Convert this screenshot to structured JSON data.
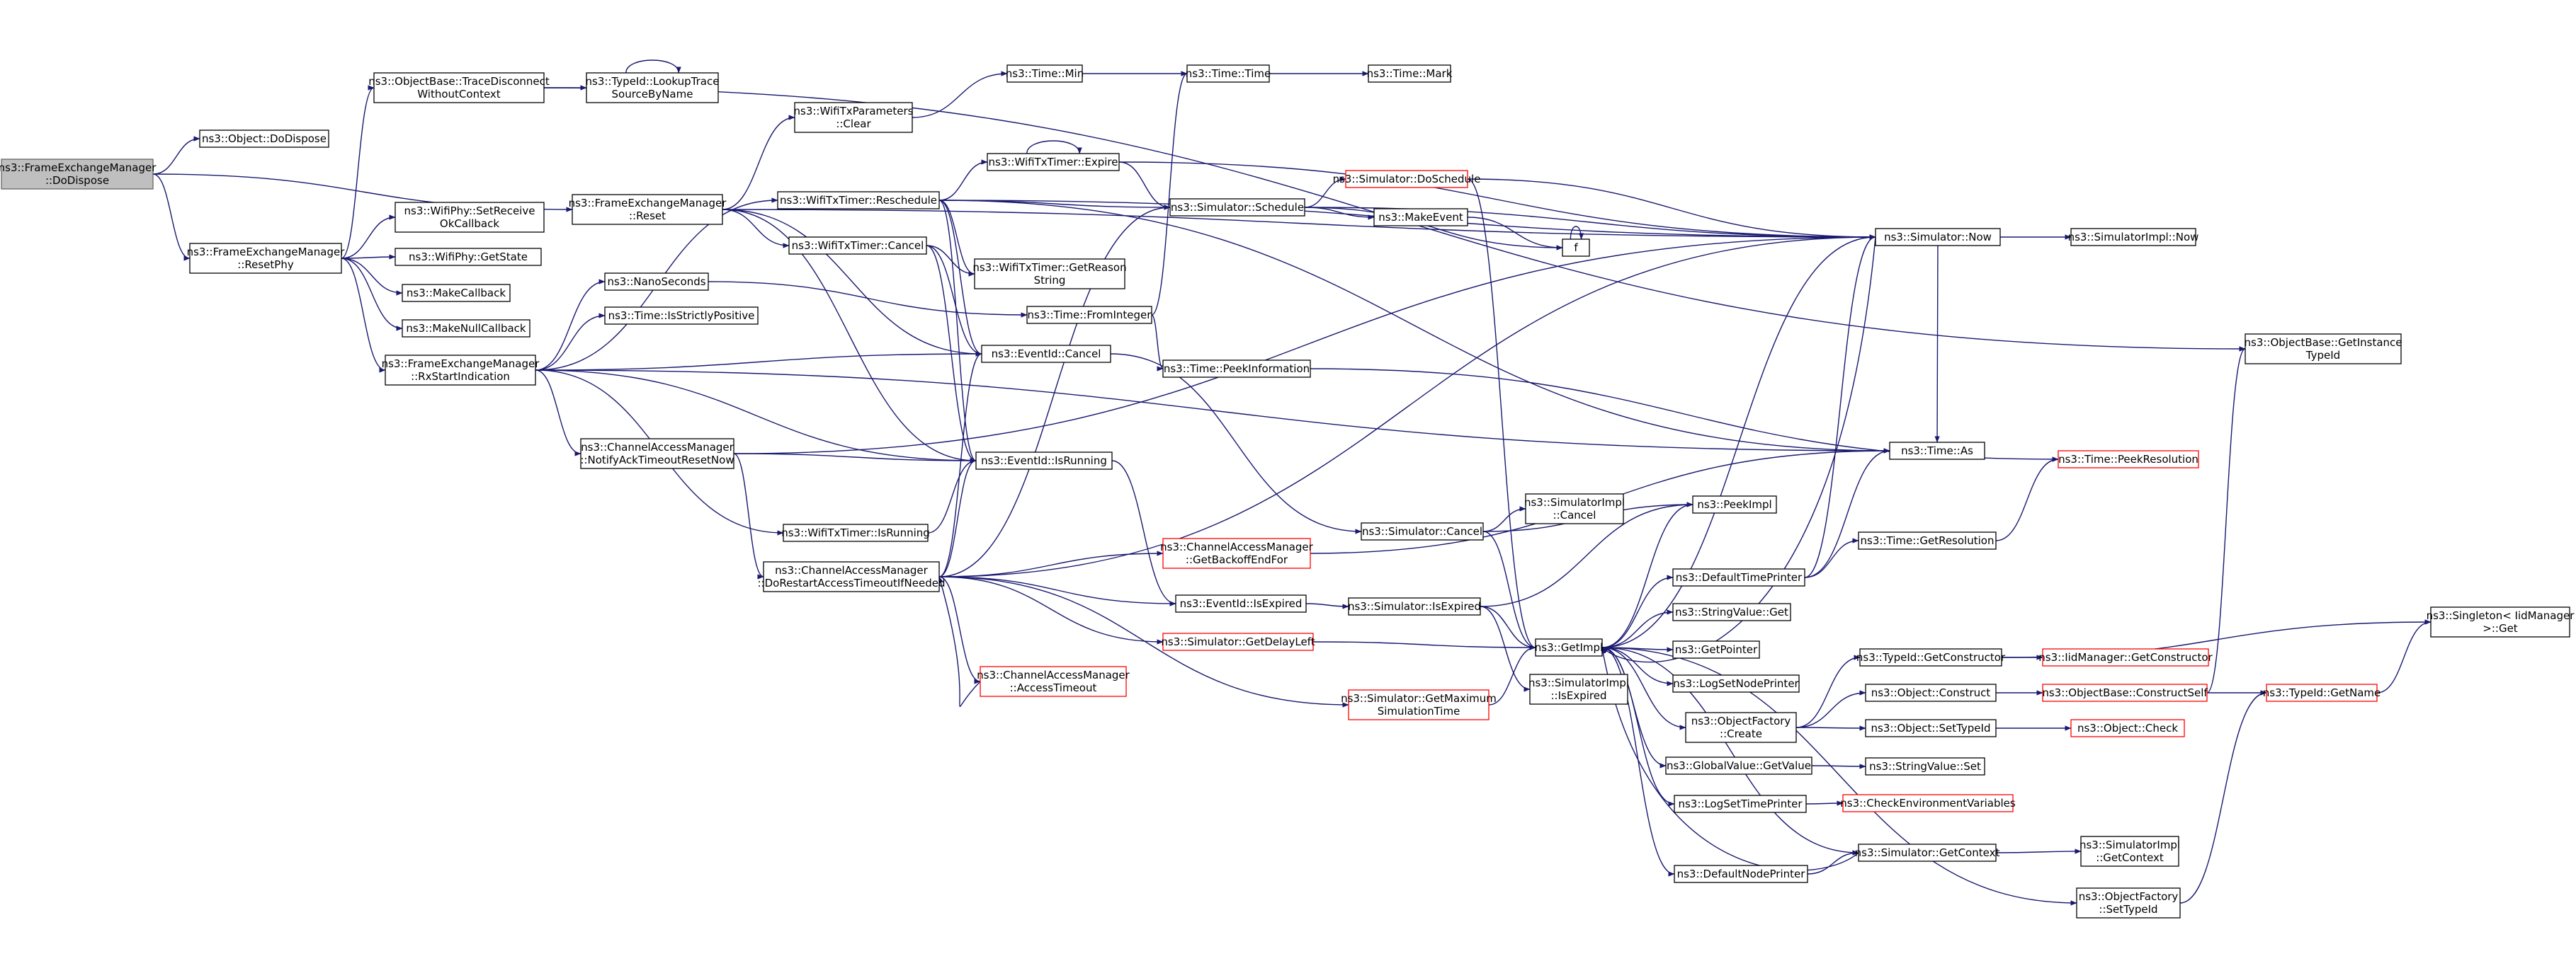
{
  "colors": {
    "edge": "#191970",
    "node_border": "#000000",
    "node_fill": "#ffffff",
    "focus_fill": "#bfbfbf",
    "focus_border": "#666666",
    "truncated_border": "#ff0000",
    "text": "#000000"
  },
  "nodes": [
    {
      "id": "n_dodispose_fem",
      "lines": [
        "ns3::FrameExchangeManager",
        "::DoDispose"
      ],
      "kind": "focus"
    },
    {
      "id": "n_object_dodispose",
      "lines": [
        "ns3::Object::DoDispose"
      ],
      "kind": "normal"
    },
    {
      "id": "n_resetphy",
      "lines": [
        "ns3::FrameExchangeManager",
        "::ResetPhy"
      ],
      "kind": "normal"
    },
    {
      "id": "n_tracedisconnect",
      "lines": [
        "ns3::ObjectBase::TraceDisconnect",
        "WithoutContext"
      ],
      "kind": "normal"
    },
    {
      "id": "n_lookuptrace",
      "lines": [
        "ns3::TypeId::LookupTrace",
        "SourceByName"
      ],
      "kind": "normal"
    },
    {
      "id": "n_setreceiveok",
      "lines": [
        "ns3::WifiPhy::SetReceive",
        "OkCallback"
      ],
      "kind": "normal"
    },
    {
      "id": "n_getstate",
      "lines": [
        "ns3::WifiPhy::GetState"
      ],
      "kind": "normal"
    },
    {
      "id": "n_makecallback",
      "lines": [
        "ns3::MakeCallback"
      ],
      "kind": "normal"
    },
    {
      "id": "n_makenullcallback",
      "lines": [
        "ns3::MakeNullCallback"
      ],
      "kind": "normal"
    },
    {
      "id": "n_rxstart",
      "lines": [
        "ns3::FrameExchangeManager",
        "::RxStartIndication"
      ],
      "kind": "normal"
    },
    {
      "id": "n_fem_reset",
      "lines": [
        "ns3::FrameExchangeManager",
        "::Reset"
      ],
      "kind": "normal"
    },
    {
      "id": "n_wtp_clear",
      "lines": [
        "ns3::WifiTxParameters",
        "::Clear"
      ],
      "kind": "normal"
    },
    {
      "id": "n_reschedule",
      "lines": [
        "ns3::WifiTxTimer::Reschedule"
      ],
      "kind": "normal"
    },
    {
      "id": "n_wtt_cancel",
      "lines": [
        "ns3::WifiTxTimer::Cancel"
      ],
      "kind": "normal"
    },
    {
      "id": "n_nanoseconds",
      "lines": [
        "ns3::NanoSeconds"
      ],
      "kind": "normal"
    },
    {
      "id": "n_isstrictlypos",
      "lines": [
        "ns3::Time::IsStrictlyPositive"
      ],
      "kind": "normal"
    },
    {
      "id": "n_notifyack",
      "lines": [
        "ns3::ChannelAccessManager",
        "::NotifyAckTimeoutResetNow"
      ],
      "kind": "normal"
    },
    {
      "id": "n_wtt_isrunning",
      "lines": [
        "ns3::WifiTxTimer::IsRunning"
      ],
      "kind": "normal"
    },
    {
      "id": "n_dorestart",
      "lines": [
        "ns3::ChannelAccessManager",
        "::DoRestartAccessTimeoutIfNeeded"
      ],
      "kind": "normal"
    },
    {
      "id": "n_time_min",
      "lines": [
        "ns3::Time::Min"
      ],
      "kind": "normal"
    },
    {
      "id": "n_time_time",
      "lines": [
        "ns3::Time::Time"
      ],
      "kind": "normal"
    },
    {
      "id": "n_time_mark",
      "lines": [
        "ns3::Time::Mark"
      ],
      "kind": "normal"
    },
    {
      "id": "n_wtt_expire",
      "lines": [
        "ns3::WifiTxTimer::Expire"
      ],
      "kind": "normal"
    },
    {
      "id": "n_sim_schedule",
      "lines": [
        "ns3::Simulator::Schedule"
      ],
      "kind": "normal"
    },
    {
      "id": "n_getreason",
      "lines": [
        "ns3::WifiTxTimer::GetReason",
        "String"
      ],
      "kind": "normal"
    },
    {
      "id": "n_fromint",
      "lines": [
        "ns3::Time::FromInteger"
      ],
      "kind": "normal"
    },
    {
      "id": "n_eventid_cancel",
      "lines": [
        "ns3::EventId::Cancel"
      ],
      "kind": "normal"
    },
    {
      "id": "n_peekinfo",
      "lines": [
        "ns3::Time::PeekInformation"
      ],
      "kind": "normal"
    },
    {
      "id": "n_eventid_isrunning",
      "lines": [
        "ns3::EventId::IsRunning"
      ],
      "kind": "normal"
    },
    {
      "id": "n_getbackoff",
      "lines": [
        "ns3::ChannelAccessManager",
        "::GetBackoffEndFor"
      ],
      "kind": "truncated"
    },
    {
      "id": "n_eventid_isexpired",
      "lines": [
        "ns3::EventId::IsExpired"
      ],
      "kind": "normal"
    },
    {
      "id": "n_getdelayleft",
      "lines": [
        "ns3::Simulator::GetDelayLeft"
      ],
      "kind": "truncated"
    },
    {
      "id": "n_accesstimeout",
      "lines": [
        "ns3::ChannelAccessManager",
        "::AccessTimeout"
      ],
      "kind": "truncated"
    },
    {
      "id": "n_doschedule",
      "lines": [
        "ns3::Simulator::DoSchedule"
      ],
      "kind": "truncated"
    },
    {
      "id": "n_makeevent",
      "lines": [
        "ns3::MakeEvent"
      ],
      "kind": "normal"
    },
    {
      "id": "n_f",
      "lines": [
        "f"
      ],
      "kind": "normal"
    },
    {
      "id": "n_sim_cancel",
      "lines": [
        "ns3::Simulator::Cancel"
      ],
      "kind": "normal"
    },
    {
      "id": "n_simimpl_cancel",
      "lines": [
        "ns3::SimulatorImpl",
        "::Cancel"
      ],
      "kind": "normal"
    },
    {
      "id": "n_sim_isexpired",
      "lines": [
        "ns3::Simulator::IsExpired"
      ],
      "kind": "normal"
    },
    {
      "id": "n_getmaxsim",
      "lines": [
        "ns3::Simulator::GetMaximum",
        "SimulationTime"
      ],
      "kind": "truncated"
    },
    {
      "id": "n_getimpl",
      "lines": [
        "ns3::GetImpl"
      ],
      "kind": "normal"
    },
    {
      "id": "n_simimpl_isexpired",
      "lines": [
        "ns3::SimulatorImpl",
        "::IsExpired"
      ],
      "kind": "normal"
    },
    {
      "id": "n_peekimpl",
      "lines": [
        "ns3::PeekImpl"
      ],
      "kind": "normal"
    },
    {
      "id": "n_deftimeprinter",
      "lines": [
        "ns3::DefaultTimePrinter"
      ],
      "kind": "normal"
    },
    {
      "id": "n_strval_get",
      "lines": [
        "ns3::StringValue::Get"
      ],
      "kind": "normal"
    },
    {
      "id": "n_getpointer",
      "lines": [
        "ns3::GetPointer"
      ],
      "kind": "normal"
    },
    {
      "id": "n_logsetnode",
      "lines": [
        "ns3::LogSetNodePrinter"
      ],
      "kind": "normal"
    },
    {
      "id": "n_objfactory_create",
      "lines": [
        "ns3::ObjectFactory",
        "::Create"
      ],
      "kind": "normal"
    },
    {
      "id": "n_globalval_get",
      "lines": [
        "ns3::GlobalValue::GetValue"
      ],
      "kind": "normal"
    },
    {
      "id": "n_logsettime",
      "lines": [
        "ns3::LogSetTimePrinter"
      ],
      "kind": "normal"
    },
    {
      "id": "n_defnodeprinter",
      "lines": [
        "ns3::DefaultNodePrinter"
      ],
      "kind": "normal"
    },
    {
      "id": "n_sim_now",
      "lines": [
        "ns3::Simulator::Now"
      ],
      "kind": "normal"
    },
    {
      "id": "n_simimpl_now",
      "lines": [
        "ns3::SimulatorImpl::Now"
      ],
      "kind": "normal"
    },
    {
      "id": "n_time_as",
      "lines": [
        "ns3::Time::As"
      ],
      "kind": "normal"
    },
    {
      "id": "n_getresolution",
      "lines": [
        "ns3::Time::GetResolution"
      ],
      "kind": "normal"
    },
    {
      "id": "n_peekresolution",
      "lines": [
        "ns3::Time::PeekResolution"
      ],
      "kind": "truncated"
    },
    {
      "id": "n_typeid_getctor",
      "lines": [
        "ns3::TypeId::GetConstructor"
      ],
      "kind": "normal"
    },
    {
      "id": "n_iidmgr_getctor",
      "lines": [
        "ns3::IidManager::GetConstructor"
      ],
      "kind": "truncated"
    },
    {
      "id": "n_obj_construct",
      "lines": [
        "ns3::Object::Construct"
      ],
      "kind": "normal"
    },
    {
      "id": "n_objbase_constructself",
      "lines": [
        "ns3::ObjectBase::ConstructSelf"
      ],
      "kind": "truncated"
    },
    {
      "id": "n_obj_settypeid",
      "lines": [
        "ns3::Object::SetTypeId"
      ],
      "kind": "normal"
    },
    {
      "id": "n_obj_check",
      "lines": [
        "ns3::Object::Check"
      ],
      "kind": "truncated"
    },
    {
      "id": "n_strval_set",
      "lines": [
        "ns3::StringValue::Set"
      ],
      "kind": "normal"
    },
    {
      "id": "n_checkenv",
      "lines": [
        "ns3::CheckEnvironmentVariables"
      ],
      "kind": "truncated"
    },
    {
      "id": "n_sim_getcontext",
      "lines": [
        "ns3::Simulator::GetContext"
      ],
      "kind": "normal"
    },
    {
      "id": "n_simimpl_getcontext",
      "lines": [
        "ns3::SimulatorImpl",
        "::GetContext"
      ],
      "kind": "normal"
    },
    {
      "id": "n_objfactory_settypeid",
      "lines": [
        "ns3::ObjectFactory",
        "::SetTypeId"
      ],
      "kind": "normal"
    },
    {
      "id": "n_typeid_getname",
      "lines": [
        "ns3::TypeId::GetName"
      ],
      "kind": "truncated"
    },
    {
      "id": "n_objbase_getinstance",
      "lines": [
        "ns3::ObjectBase::GetInstance",
        "TypeId"
      ],
      "kind": "normal"
    },
    {
      "id": "n_singleton_get",
      "lines": [
        "ns3::Singleton< IidManager",
        ">::Get"
      ],
      "kind": "normal"
    }
  ],
  "edges": [
    [
      "n_dodispose_fem",
      "n_object_dodispose"
    ],
    [
      "n_dodispose_fem",
      "n_resetphy"
    ],
    [
      "n_dodispose_fem",
      "n_fem_reset"
    ],
    [
      "n_resetphy",
      "n_tracedisconnect"
    ],
    [
      "n_resetphy",
      "n_setreceiveok"
    ],
    [
      "n_resetphy",
      "n_getstate"
    ],
    [
      "n_resetphy",
      "n_makecallback"
    ],
    [
      "n_resetphy",
      "n_makenullcallback"
    ],
    [
      "n_resetphy",
      "n_rxstart"
    ],
    [
      "n_tracedisconnect",
      "n_lookuptrace"
    ],
    [
      "n_tracedisconnect",
      "n_objbase_getinstance"
    ],
    [
      "n_lookuptrace",
      "n_lookuptrace"
    ],
    [
      "n_rxstart",
      "n_nanoseconds"
    ],
    [
      "n_rxstart",
      "n_isstrictlypos"
    ],
    [
      "n_rxstart",
      "n_reschedule"
    ],
    [
      "n_rxstart",
      "n_eventid_cancel"
    ],
    [
      "n_rxstart",
      "n_notifyack"
    ],
    [
      "n_rxstart",
      "n_wtt_isrunning"
    ],
    [
      "n_rxstart",
      "n_eventid_isrunning"
    ],
    [
      "n_rxstart",
      "n_time_as"
    ],
    [
      "n_fem_reset",
      "n_wtp_clear"
    ],
    [
      "n_fem_reset",
      "n_wtt_cancel"
    ],
    [
      "n_fem_reset",
      "n_eventid_cancel"
    ],
    [
      "n_fem_reset",
      "n_eventid_isrunning"
    ],
    [
      "n_fem_reset",
      "n_sim_now"
    ],
    [
      "n_wtp_clear",
      "n_time_min"
    ],
    [
      "n_time_min",
      "n_time_time"
    ],
    [
      "n_time_time",
      "n_time_mark"
    ],
    [
      "n_reschedule",
      "n_wtt_expire"
    ],
    [
      "n_reschedule",
      "n_sim_schedule"
    ],
    [
      "n_reschedule",
      "n_getreason"
    ],
    [
      "n_reschedule",
      "n_eventid_cancel"
    ],
    [
      "n_reschedule",
      "n_eventid_isrunning"
    ],
    [
      "n_reschedule",
      "n_sim_now"
    ],
    [
      "n_reschedule",
      "n_time_as"
    ],
    [
      "n_wtt_expire",
      "n_wtt_expire"
    ],
    [
      "n_wtt_expire",
      "n_sim_schedule"
    ],
    [
      "n_wtt_expire",
      "n_sim_now"
    ],
    [
      "n_wtt_cancel",
      "n_getreason"
    ],
    [
      "n_wtt_cancel",
      "n_eventid_cancel"
    ],
    [
      "n_wtt_cancel",
      "n_eventid_isrunning"
    ],
    [
      "n_nanoseconds",
      "n_fromint"
    ],
    [
      "n_fromint",
      "n_time_time"
    ],
    [
      "n_fromint",
      "n_peekinfo"
    ],
    [
      "n_peekinfo",
      "n_peekresolution"
    ],
    [
      "n_notifyack",
      "n_sim_now"
    ],
    [
      "n_notifyack",
      "n_eventid_isrunning"
    ],
    [
      "n_notifyack",
      "n_dorestart"
    ],
    [
      "n_wtt_isrunning",
      "n_eventid_isrunning"
    ],
    [
      "n_dorestart",
      "n_sim_schedule"
    ],
    [
      "n_dorestart",
      "n_eventid_cancel"
    ],
    [
      "n_dorestart",
      "n_eventid_isrunning"
    ],
    [
      "n_dorestart",
      "n_getbackoff"
    ],
    [
      "n_dorestart",
      "n_eventid_isexpired"
    ],
    [
      "n_dorestart",
      "n_getdelayleft"
    ],
    [
      "n_dorestart",
      "n_accesstimeout"
    ],
    [
      "n_dorestart",
      "n_getmaxsim"
    ],
    [
      "n_dorestart",
      "n_sim_now"
    ],
    [
      "n_accesstimeout",
      "n_dorestart"
    ],
    [
      "n_getbackoff",
      "n_time_as"
    ],
    [
      "n_eventid_cancel",
      "n_sim_cancel"
    ],
    [
      "n_eventid_isrunning",
      "n_eventid_isexpired"
    ],
    [
      "n_eventid_isexpired",
      "n_sim_isexpired"
    ],
    [
      "n_getdelayleft",
      "n_getimpl"
    ],
    [
      "n_getmaxsim",
      "n_getimpl"
    ],
    [
      "n_sim_schedule",
      "n_doschedule"
    ],
    [
      "n_sim_schedule",
      "n_makeevent"
    ],
    [
      "n_sim_schedule",
      "n_f"
    ],
    [
      "n_sim_schedule",
      "n_sim_now"
    ],
    [
      "n_doschedule",
      "n_getimpl"
    ],
    [
      "n_doschedule",
      "n_sim_now"
    ],
    [
      "n_makeevent",
      "n_f"
    ],
    [
      "n_f",
      "n_f"
    ],
    [
      "n_sim_cancel",
      "n_simimpl_cancel"
    ],
    [
      "n_sim_cancel",
      "n_peekimpl"
    ],
    [
      "n_sim_cancel",
      "n_getimpl"
    ],
    [
      "n_sim_isexpired",
      "n_peekimpl"
    ],
    [
      "n_sim_isexpired",
      "n_getimpl"
    ],
    [
      "n_sim_isexpired",
      "n_simimpl_isexpired"
    ],
    [
      "n_getimpl",
      "n_peekimpl"
    ],
    [
      "n_getimpl",
      "n_deftimeprinter"
    ],
    [
      "n_getimpl",
      "n_strval_get"
    ],
    [
      "n_getimpl",
      "n_getpointer"
    ],
    [
      "n_getimpl",
      "n_logsetnode"
    ],
    [
      "n_getimpl",
      "n_objfactory_create"
    ],
    [
      "n_getimpl",
      "n_globalval_get"
    ],
    [
      "n_getimpl",
      "n_logsettime"
    ],
    [
      "n_getimpl",
      "n_defnodeprinter"
    ],
    [
      "n_getimpl",
      "n_sim_now"
    ],
    [
      "n_getimpl",
      "n_sim_getcontext"
    ],
    [
      "n_getimpl",
      "n_objfactory_settypeid"
    ],
    [
      "n_deftimeprinter",
      "n_sim_now"
    ],
    [
      "n_deftimeprinter",
      "n_time_as"
    ],
    [
      "n_deftimeprinter",
      "n_getresolution"
    ],
    [
      "n_getresolution",
      "n_peekresolution"
    ],
    [
      "n_objfactory_create",
      "n_typeid_getctor"
    ],
    [
      "n_objfactory_create",
      "n_obj_construct"
    ],
    [
      "n_objfactory_create",
      "n_obj_settypeid"
    ],
    [
      "n_typeid_getctor",
      "n_iidmgr_getctor"
    ],
    [
      "n_typeid_getctor",
      "n_singleton_get"
    ],
    [
      "n_obj_construct",
      "n_objbase_constructself"
    ],
    [
      "n_objbase_constructself",
      "n_typeid_getname"
    ],
    [
      "n_objbase_constructself",
      "n_objbase_getinstance"
    ],
    [
      "n_obj_settypeid",
      "n_obj_check"
    ],
    [
      "n_globalval_get",
      "n_strval_set"
    ],
    [
      "n_logsettime",
      "n_checkenv"
    ],
    [
      "n_sim_getcontext",
      "n_simimpl_getcontext"
    ],
    [
      "n_sim_getcontext",
      "n_getimpl"
    ],
    [
      "n_defnodeprinter",
      "n_sim_getcontext"
    ],
    [
      "n_objfactory_settypeid",
      "n_typeid_getname"
    ],
    [
      "n_typeid_getname",
      "n_singleton_get"
    ],
    [
      "n_sim_now",
      "n_simimpl_now"
    ],
    [
      "n_sim_now",
      "n_getimpl"
    ],
    [
      "n_sim_now",
      "n_time_as"
    ]
  ]
}
